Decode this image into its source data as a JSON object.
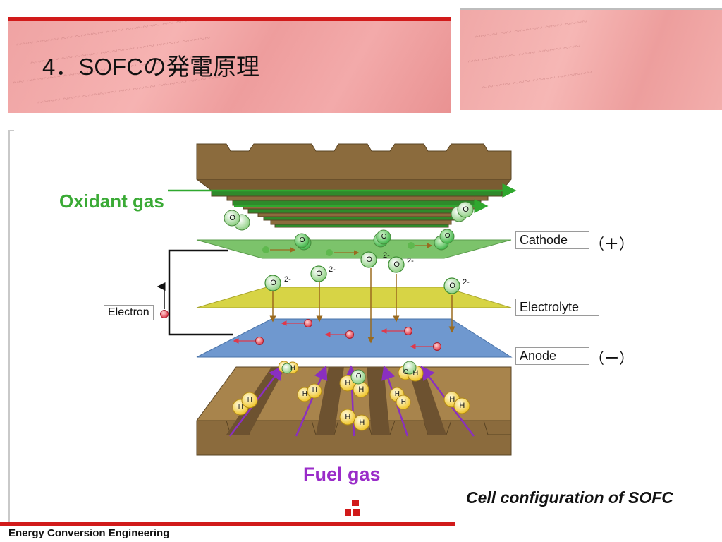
{
  "slide": {
    "title": "4．SOFCの発電原理",
    "footer": "Energy Conversion Engineering",
    "caption": "Cell configuration of SOFC"
  },
  "diagram": {
    "oxidant_gas": "Oxidant gas",
    "fuel_gas": "Fuel gas",
    "labels": {
      "cathode": "Cathode",
      "electrolyte": "Electrolyte",
      "anode": "Anode",
      "electron": "Electron"
    },
    "signs": {
      "plus": "（＋）",
      "minus": "（ー）"
    },
    "particles": {
      "oxygen": "O",
      "hydrogen": "H",
      "charge": "2-"
    }
  },
  "colors": {
    "banner_red": "#d11a1a",
    "oxidant_green": "#3aaa35",
    "fuel_purple": "#9a2cc9",
    "interconnect_brown": "#8b6b3d",
    "cathode_green": "#7cc36b",
    "electrolyte_yellow": "#d7d445",
    "anode_blue": "#6f98cf"
  }
}
